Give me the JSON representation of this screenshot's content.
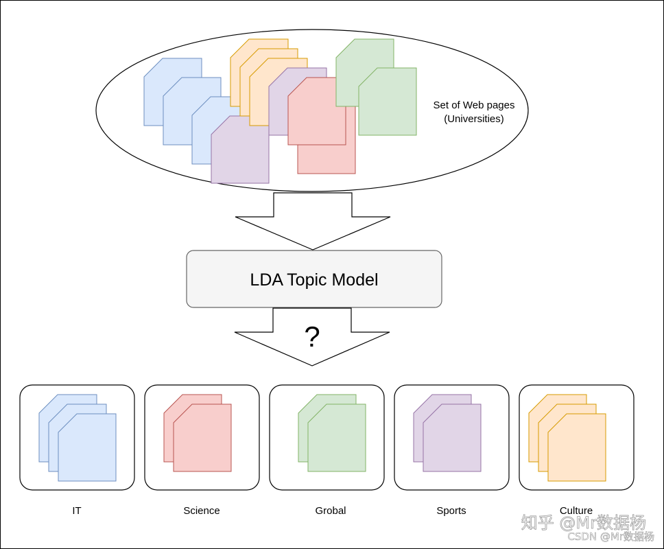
{
  "input_set": {
    "label_line1": "Set of Web pages",
    "label_line2": "(Universities)"
  },
  "model": {
    "label": "LDA Topic Model"
  },
  "unknown_mark": "?",
  "topics": [
    {
      "label": "IT",
      "fill": "#dae8fc",
      "stroke": "#6c8ebf"
    },
    {
      "label": "Science",
      "fill": "#f8cecc",
      "stroke": "#b85450"
    },
    {
      "label": "Grobal",
      "fill": "#d5e8d4",
      "stroke": "#82b366"
    },
    {
      "label": "Sports",
      "fill": "#e1d5e7",
      "stroke": "#9673a6"
    },
    {
      "label": "Culture",
      "fill": "#ffe6cc",
      "stroke": "#d79b00"
    }
  ],
  "watermark": {
    "line1": "知乎 @Mr数据杨",
    "line2": "CSDN @Mr数据杨"
  }
}
